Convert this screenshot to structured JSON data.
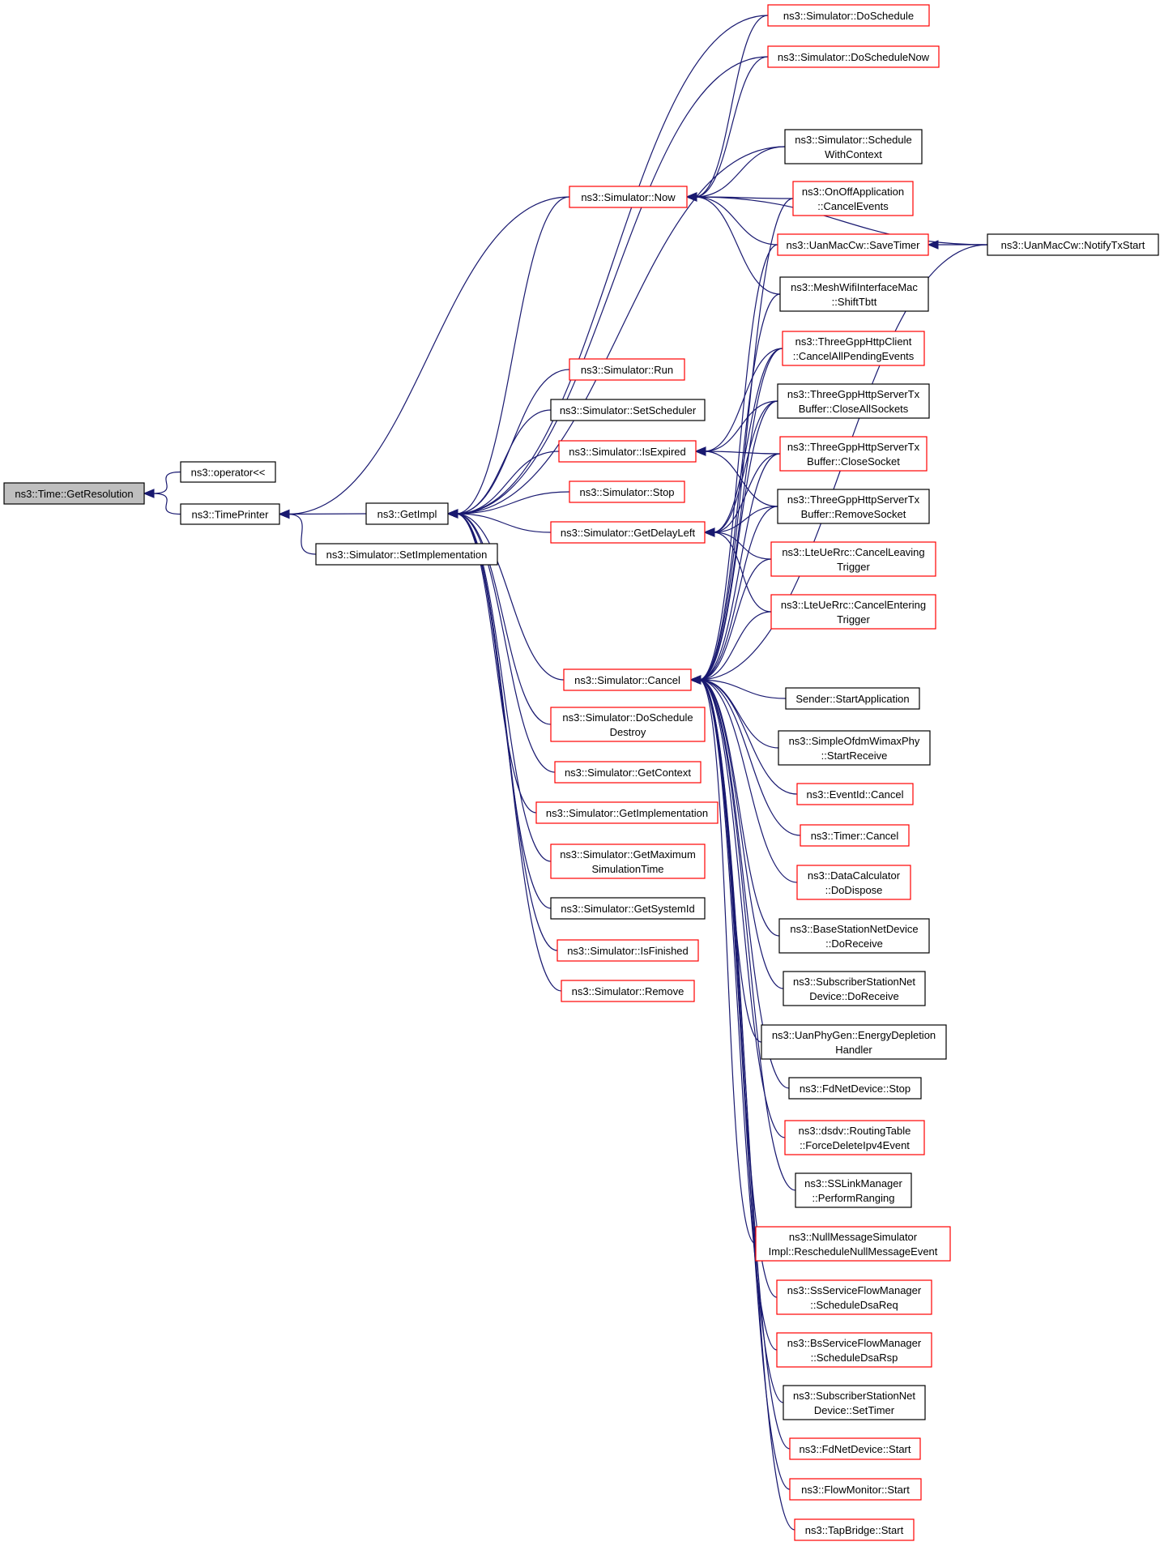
{
  "graph": {
    "nodes": [
      {
        "id": "root",
        "lines": [
          "ns3::Time::GetResolution"
        ],
        "color": "root"
      },
      {
        "id": "oplt",
        "lines": [
          "ns3::operator<<"
        ],
        "color": "black"
      },
      {
        "id": "timeprinter",
        "lines": [
          "ns3::TimePrinter"
        ],
        "color": "black"
      },
      {
        "id": "setimpl",
        "lines": [
          "ns3::Simulator::SetImplementation"
        ],
        "color": "black"
      },
      {
        "id": "getimpl",
        "lines": [
          "ns3::GetImpl"
        ],
        "color": "black"
      },
      {
        "id": "now",
        "lines": [
          "ns3::Simulator::Now"
        ],
        "color": "red"
      },
      {
        "id": "run",
        "lines": [
          "ns3::Simulator::Run"
        ],
        "color": "red"
      },
      {
        "id": "setsched",
        "lines": [
          "ns3::Simulator::SetScheduler"
        ],
        "color": "black"
      },
      {
        "id": "isexp",
        "lines": [
          "ns3::Simulator::IsExpired"
        ],
        "color": "red"
      },
      {
        "id": "stop",
        "lines": [
          "ns3::Simulator::Stop"
        ],
        "color": "red"
      },
      {
        "id": "getdelay",
        "lines": [
          "ns3::Simulator::GetDelayLeft"
        ],
        "color": "red"
      },
      {
        "id": "cancel",
        "lines": [
          "ns3::Simulator::Cancel"
        ],
        "color": "red"
      },
      {
        "id": "doschedDestroy",
        "lines": [
          "ns3::Simulator::DoSchedule",
          "Destroy"
        ],
        "color": "red"
      },
      {
        "id": "getctx",
        "lines": [
          "ns3::Simulator::GetContext"
        ],
        "color": "red"
      },
      {
        "id": "getimplementation",
        "lines": [
          "ns3::Simulator::GetImplementation"
        ],
        "color": "red"
      },
      {
        "id": "getmax",
        "lines": [
          "ns3::Simulator::GetMaximum",
          "SimulationTime"
        ],
        "color": "red"
      },
      {
        "id": "getsys",
        "lines": [
          "ns3::Simulator::GetSystemId"
        ],
        "color": "black"
      },
      {
        "id": "isfin",
        "lines": [
          "ns3::Simulator::IsFinished"
        ],
        "color": "red"
      },
      {
        "id": "remove",
        "lines": [
          "ns3::Simulator::Remove"
        ],
        "color": "red"
      },
      {
        "id": "dosched",
        "lines": [
          "ns3::Simulator::DoSchedule"
        ],
        "color": "red"
      },
      {
        "id": "doschednow",
        "lines": [
          "ns3::Simulator::DoScheduleNow"
        ],
        "color": "red"
      },
      {
        "id": "schedctx",
        "lines": [
          "ns3::Simulator::Schedule",
          "WithContext"
        ],
        "color": "black"
      },
      {
        "id": "onoff",
        "lines": [
          "ns3::OnOffApplication",
          "::CancelEvents"
        ],
        "color": "red"
      },
      {
        "id": "uansave",
        "lines": [
          "ns3::UanMacCw::SaveTimer"
        ],
        "color": "red"
      },
      {
        "id": "uannotify",
        "lines": [
          "ns3::UanMacCw::NotifyTxStart"
        ],
        "color": "black"
      },
      {
        "id": "meshshift",
        "lines": [
          "ns3::MeshWifiInterfaceMac",
          "::ShiftTbtt"
        ],
        "color": "black"
      },
      {
        "id": "httpclient",
        "lines": [
          "ns3::ThreeGppHttpClient",
          "::CancelAllPendingEvents"
        ],
        "color": "red"
      },
      {
        "id": "httpcloseall",
        "lines": [
          "ns3::ThreeGppHttpServerTx",
          "Buffer::CloseAllSockets"
        ],
        "color": "black"
      },
      {
        "id": "httpclose",
        "lines": [
          "ns3::ThreeGppHttpServerTx",
          "Buffer::CloseSocket"
        ],
        "color": "red"
      },
      {
        "id": "httpremove",
        "lines": [
          "ns3::ThreeGppHttpServerTx",
          "Buffer::RemoveSocket"
        ],
        "color": "black"
      },
      {
        "id": "lteleave",
        "lines": [
          "ns3::LteUeRrc::CancelLeaving",
          "Trigger"
        ],
        "color": "red"
      },
      {
        "id": "lteenter",
        "lines": [
          "ns3::LteUeRrc::CancelEntering",
          "Trigger"
        ],
        "color": "red"
      },
      {
        "id": "sender",
        "lines": [
          "Sender::StartApplication"
        ],
        "color": "black"
      },
      {
        "id": "ofdm",
        "lines": [
          "ns3::SimpleOfdmWimaxPhy",
          "::StartReceive"
        ],
        "color": "black"
      },
      {
        "id": "eventid",
        "lines": [
          "ns3::EventId::Cancel"
        ],
        "color": "red"
      },
      {
        "id": "timer",
        "lines": [
          "ns3::Timer::Cancel"
        ],
        "color": "red"
      },
      {
        "id": "datacalc",
        "lines": [
          "ns3::DataCalculator",
          "::DoDispose"
        ],
        "color": "red"
      },
      {
        "id": "bsnet",
        "lines": [
          "ns3::BaseStationNetDevice",
          "::DoReceive"
        ],
        "color": "black"
      },
      {
        "id": "ssnet",
        "lines": [
          "ns3::SubscriberStationNet",
          "Device::DoReceive"
        ],
        "color": "black"
      },
      {
        "id": "uanphy",
        "lines": [
          "ns3::UanPhyGen::EnergyDepletion",
          "Handler"
        ],
        "color": "black"
      },
      {
        "id": "fdstop",
        "lines": [
          "ns3::FdNetDevice::Stop"
        ],
        "color": "black"
      },
      {
        "id": "dsdv",
        "lines": [
          "ns3::dsdv::RoutingTable",
          "::ForceDeleteIpv4Event"
        ],
        "color": "red"
      },
      {
        "id": "sslink",
        "lines": [
          "ns3::SSLinkManager",
          "::PerformRanging"
        ],
        "color": "black"
      },
      {
        "id": "nullmsg",
        "lines": [
          "ns3::NullMessageSimulator",
          "Impl::RescheduleNullMessageEvent"
        ],
        "color": "red"
      },
      {
        "id": "ssflow",
        "lines": [
          "ns3::SsServiceFlowManager",
          "::ScheduleDsaReq"
        ],
        "color": "red"
      },
      {
        "id": "bsflow",
        "lines": [
          "ns3::BsServiceFlowManager",
          "::ScheduleDsaRsp"
        ],
        "color": "red"
      },
      {
        "id": "sssettimer",
        "lines": [
          "ns3::SubscriberStationNet",
          "Device::SetTimer"
        ],
        "color": "black"
      },
      {
        "id": "fdstart",
        "lines": [
          "ns3::FdNetDevice::Start"
        ],
        "color": "red"
      },
      {
        "id": "flowmon",
        "lines": [
          "ns3::FlowMonitor::Start"
        ],
        "color": "red"
      },
      {
        "id": "tapbridge",
        "lines": [
          "ns3::TapBridge::Start"
        ],
        "color": "red"
      }
    ],
    "edges": [
      [
        "root",
        "oplt"
      ],
      [
        "root",
        "timeprinter"
      ],
      [
        "timeprinter",
        "now"
      ],
      [
        "timeprinter",
        "setimpl"
      ],
      [
        "timeprinter",
        "getimpl"
      ],
      [
        "getimpl",
        "dosched"
      ],
      [
        "getimpl",
        "doschednow"
      ],
      [
        "getimpl",
        "now"
      ],
      [
        "getimpl",
        "schedctx"
      ],
      [
        "getimpl",
        "run"
      ],
      [
        "getimpl",
        "setsched"
      ],
      [
        "getimpl",
        "isexp"
      ],
      [
        "getimpl",
        "stop"
      ],
      [
        "getimpl",
        "getdelay"
      ],
      [
        "getimpl",
        "cancel"
      ],
      [
        "getimpl",
        "doschedDestroy"
      ],
      [
        "getimpl",
        "getctx"
      ],
      [
        "getimpl",
        "getimplementation"
      ],
      [
        "getimpl",
        "getmax"
      ],
      [
        "getimpl",
        "getsys"
      ],
      [
        "getimpl",
        "isfin"
      ],
      [
        "getimpl",
        "remove"
      ],
      [
        "now",
        "dosched"
      ],
      [
        "now",
        "doschednow"
      ],
      [
        "now",
        "schedctx"
      ],
      [
        "now",
        "onoff"
      ],
      [
        "now",
        "uansave"
      ],
      [
        "now",
        "meshshift"
      ],
      [
        "now",
        "uannotify"
      ],
      [
        "uansave",
        "uannotify"
      ],
      [
        "isexp",
        "httpclient"
      ],
      [
        "isexp",
        "httpcloseall"
      ],
      [
        "isexp",
        "httpclose"
      ],
      [
        "isexp",
        "httpremove"
      ],
      [
        "getdelay",
        "httpclient"
      ],
      [
        "getdelay",
        "httpcloseall"
      ],
      [
        "getdelay",
        "httpclose"
      ],
      [
        "getdelay",
        "httpremove"
      ],
      [
        "getdelay",
        "lteleave"
      ],
      [
        "getdelay",
        "lteenter"
      ],
      [
        "cancel",
        "onoff"
      ],
      [
        "cancel",
        "uansave"
      ],
      [
        "cancel",
        "meshshift"
      ],
      [
        "cancel",
        "httpclient"
      ],
      [
        "cancel",
        "httpcloseall"
      ],
      [
        "cancel",
        "httpclose"
      ],
      [
        "cancel",
        "httpremove"
      ],
      [
        "cancel",
        "lteleave"
      ],
      [
        "cancel",
        "lteenter"
      ],
      [
        "cancel",
        "uannotify"
      ],
      [
        "cancel",
        "sender"
      ],
      [
        "cancel",
        "ofdm"
      ],
      [
        "cancel",
        "eventid"
      ],
      [
        "cancel",
        "timer"
      ],
      [
        "cancel",
        "datacalc"
      ],
      [
        "cancel",
        "bsnet"
      ],
      [
        "cancel",
        "ssnet"
      ],
      [
        "cancel",
        "uanphy"
      ],
      [
        "cancel",
        "fdstop"
      ],
      [
        "cancel",
        "dsdv"
      ],
      [
        "cancel",
        "sslink"
      ],
      [
        "cancel",
        "nullmsg"
      ],
      [
        "cancel",
        "ssflow"
      ],
      [
        "cancel",
        "bsflow"
      ],
      [
        "cancel",
        "sssettimer"
      ],
      [
        "cancel",
        "fdstart"
      ],
      [
        "cancel",
        "flowmon"
      ],
      [
        "cancel",
        "tapbridge"
      ]
    ]
  }
}
